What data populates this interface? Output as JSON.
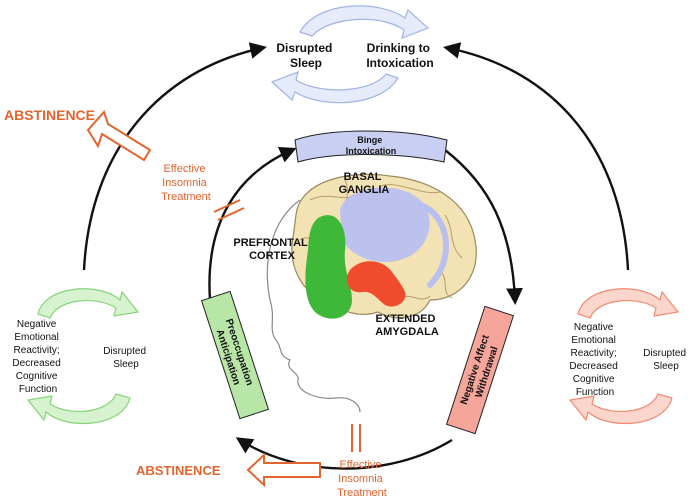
{
  "top_cycle": {
    "left_label": [
      "Disrupted",
      "Sleep"
    ],
    "right_label": [
      "Drinking to",
      "Intoxication"
    ],
    "arrow_color": "#9fb2e6"
  },
  "left_cycle": {
    "left_label": [
      "Negative",
      "Emotional",
      "Reactivity;",
      "Decreased",
      "Cognitive",
      "Function"
    ],
    "right_label": [
      "Disrupted",
      "Sleep"
    ],
    "arrow_color": "#86d47a"
  },
  "right_cycle": {
    "left_label": [
      "Negative",
      "Emotional",
      "Reactivity;",
      "Decreased",
      "Cognitive",
      "Function"
    ],
    "right_label": [
      "Disrupted",
      "Sleep"
    ],
    "arrow_color": "#f08a6e"
  },
  "stages": {
    "binge": {
      "lines": [
        "Binge",
        "Intoxication"
      ],
      "fill": "#c9cff2"
    },
    "withdrawal": {
      "lines": [
        "Negative Affect",
        "Withdrawal"
      ],
      "fill": "#f6a59a"
    },
    "preoccupation": {
      "lines": [
        "Preoccupation",
        "Anticipation"
      ],
      "fill": "#b8e6a6"
    }
  },
  "brain": {
    "basal_ganglia": [
      "BASAL",
      "GANGLIA"
    ],
    "prefrontal": [
      "PREFRONTAL",
      "CORTEX"
    ],
    "amygdala": [
      "EXTENDED",
      "AMYGDALA"
    ],
    "colors": {
      "brain": "#f3e2b4",
      "basal": "#b9bff0",
      "prefrontal": "#3fb83a",
      "amygdala": "#ef4b2c"
    }
  },
  "abstinence_top": "ABSTINENCE",
  "abstinence_bottom": "ABSTINENCE",
  "insomnia_top": [
    "Effective",
    "Insomnia",
    "Treatment"
  ],
  "insomnia_bottom": [
    "Effective",
    "Insomnia",
    "Treatment"
  ],
  "accent": "#e2642f"
}
